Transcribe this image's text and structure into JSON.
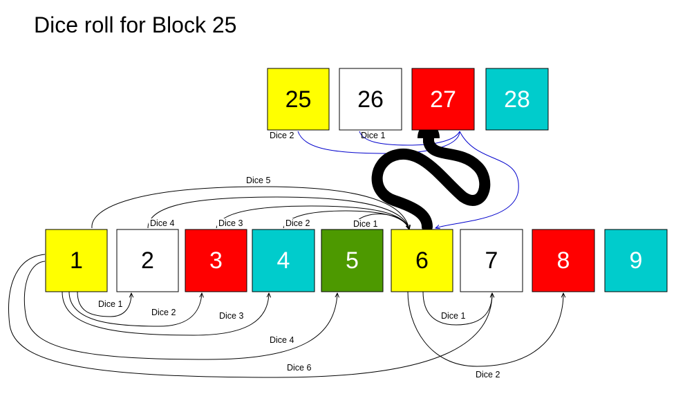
{
  "title": "Dice roll for Block 25",
  "colors": {
    "yellow": "#ffff00",
    "white": "#ffffff",
    "red": "#ff0000",
    "cyan": "#00cccc",
    "green": "#4d9900",
    "arrow_black": "#000000",
    "arrow_blue": "#0000cc",
    "snake": "#000000"
  },
  "top_row": [
    {
      "label": "25",
      "fill": "#ffff00",
      "text_color": "#000000"
    },
    {
      "label": "26",
      "fill": "#ffffff",
      "text_color": "#000000"
    },
    {
      "label": "27",
      "fill": "#ff0000",
      "text_color": "#ffffff"
    },
    {
      "label": "28",
      "fill": "#00cccc",
      "text_color": "#ffffff"
    }
  ],
  "bottom_row": [
    {
      "label": "1",
      "fill": "#ffff00",
      "text_color": "#000000"
    },
    {
      "label": "2",
      "fill": "#ffffff",
      "text_color": "#000000"
    },
    {
      "label": "3",
      "fill": "#ff0000",
      "text_color": "#ffffff"
    },
    {
      "label": "4",
      "fill": "#00cccc",
      "text_color": "#ffffff"
    },
    {
      "label": "5",
      "fill": "#4d9900",
      "text_color": "#ffffff"
    },
    {
      "label": "6",
      "fill": "#ffff00",
      "text_color": "#000000"
    },
    {
      "label": "7",
      "fill": "#ffffff",
      "text_color": "#000000"
    },
    {
      "label": "8",
      "fill": "#ff0000",
      "text_color": "#ffffff"
    },
    {
      "label": "9",
      "fill": "#00cccc",
      "text_color": "#ffffff"
    }
  ],
  "edges": {
    "upper_d5": "Dice 5",
    "upper_d4": "Dice 4",
    "upper_d3": "Dice 3",
    "upper_d2": "Dice 2",
    "upper_d1": "Dice 1",
    "lower_1_2": "Dice 1",
    "lower_1_3": "Dice 2",
    "lower_1_4": "Dice 3",
    "lower_1_5": "Dice 4",
    "lower_1_7": "Dice 6",
    "lower_6_7": "Dice 1",
    "lower_6_8": "Dice 2",
    "top_25": "Dice 2",
    "top_26": "Dice 1"
  }
}
